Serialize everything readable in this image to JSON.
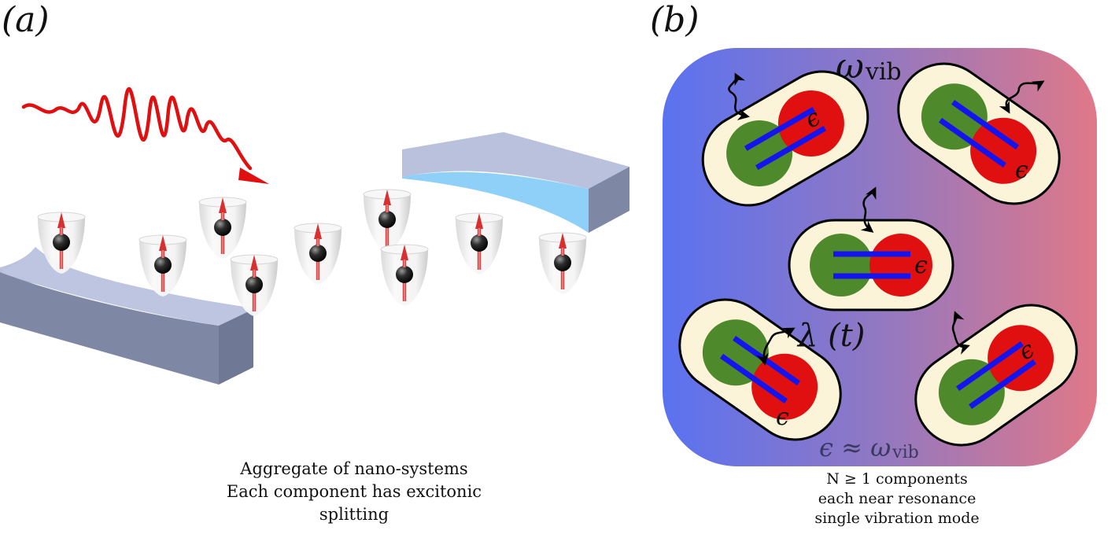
{
  "panel_a": {
    "label": "(a)",
    "caption_lines": [
      "Aggregate of nano-systems",
      "Each component has excitonic",
      "splitting"
    ]
  },
  "panel_b": {
    "label": "(b)",
    "omega_vib": "ω",
    "omega_vib_sub": "vib",
    "lambda_label": "λ (t)",
    "epsilon": "ϵ",
    "resonance_label": "ϵ ≈ ω",
    "resonance_sub": "vib",
    "caption_line1": "N ≥ 1 components",
    "caption_line2": "each near resonance",
    "caption_line3": "single vibration mode"
  },
  "colors": {
    "laser_red": "#e01010",
    "gradient_left": "#5a72f0",
    "gradient_right": "#e07888",
    "pill_fill": "#fcf4d8",
    "green_site": "#4e8a2c",
    "red_site": "#e01010",
    "bond_blue": "#1414ee",
    "mirror_top": "#b9c1dd",
    "mirror_side": "#7e87a3",
    "mirror_face": "#8fd0f8"
  }
}
